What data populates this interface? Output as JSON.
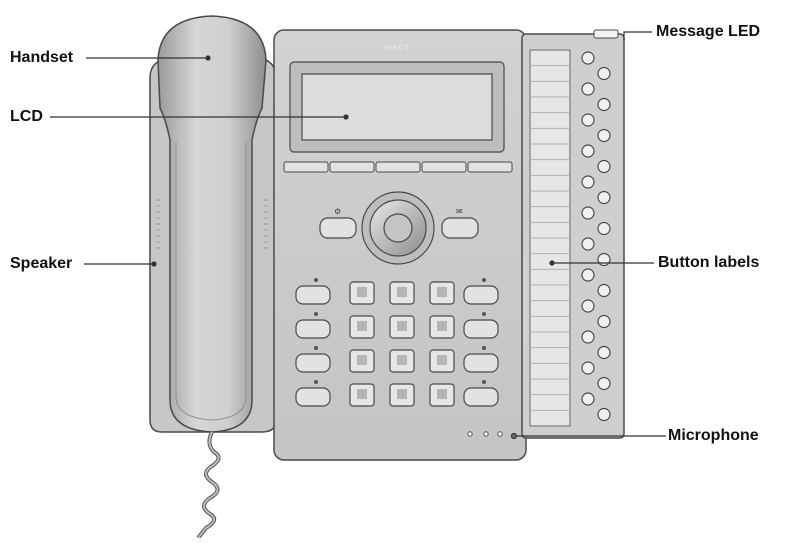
{
  "diagram": {
    "brand_text": "iPECS",
    "labels": {
      "handset": "Handset",
      "lcd": "LCD",
      "speaker": "Speaker",
      "message_led": "Message LED",
      "button_labels": "Button labels",
      "microphone": "Microphone"
    }
  },
  "colors": {
    "body_fill": "#c9c9c9",
    "handset_fill": "#b8b8b8",
    "lcd_fill": "#d9d9d9",
    "button_fill": "#e2e2e2",
    "outline": "#4a4a4a",
    "leader_line": "#333333",
    "label_text": "#111111"
  }
}
